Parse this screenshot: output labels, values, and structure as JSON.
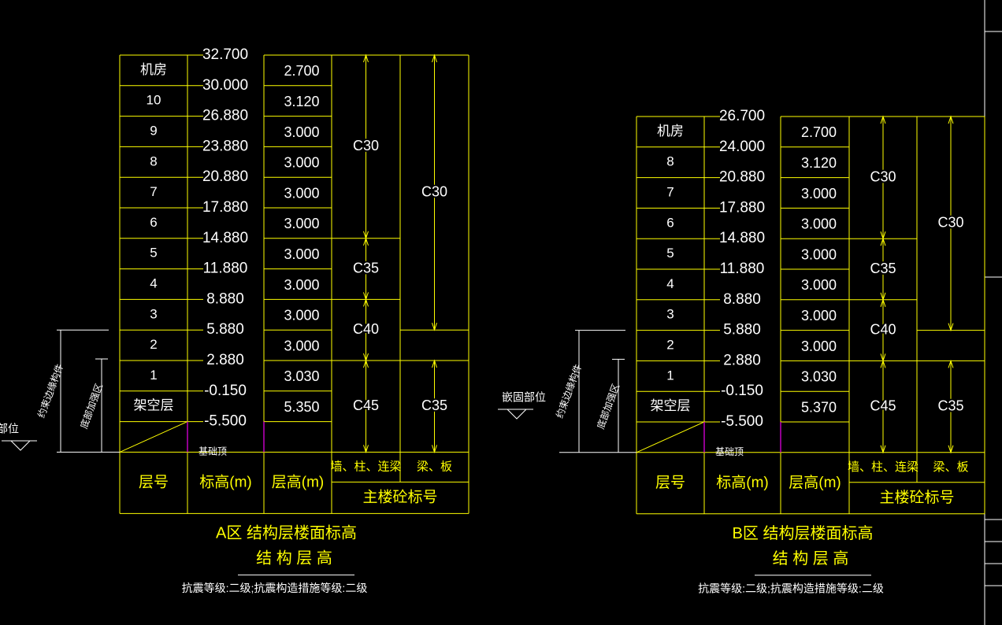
{
  "zones": [
    {
      "id": "A",
      "floors": [
        "机房",
        "10",
        "9",
        "8",
        "7",
        "6",
        "5",
        "4",
        "3",
        "2",
        "1",
        "架空层"
      ],
      "elevations": [
        "32.700",
        "30.000",
        "26.880",
        "23.880",
        "20.880",
        "17.880",
        "14.880",
        "11.880",
        "8.880",
        "5.880",
        "2.880",
        "-0.150",
        "-5.500"
      ],
      "heights": [
        "2.700",
        "3.120",
        "3.000",
        "3.000",
        "3.000",
        "3.000",
        "3.000",
        "3.000",
        "3.000",
        "3.000",
        "3.030",
        "5.350"
      ],
      "base_label": "基础顶",
      "wall_grades": [
        "C30",
        "C35",
        "C40",
        "C45"
      ],
      "beam_grades": [
        "C30",
        "C35"
      ],
      "left_label_1": "约束边缘构件",
      "left_label_2": "底部加强区",
      "embed_label": "部位",
      "title_1": "A区 结构层楼面标高",
      "title_2": "结  构  层  高",
      "note": "抗震等级:二级;抗震构造措施等级:二级"
    },
    {
      "id": "B",
      "floors": [
        "机房",
        "8",
        "7",
        "6",
        "5",
        "4",
        "3",
        "2",
        "1",
        "架空层"
      ],
      "elevations": [
        "26.700",
        "24.000",
        "20.880",
        "17.880",
        "14.880",
        "11.880",
        "8.880",
        "5.880",
        "2.880",
        "-0.150",
        "-5.500"
      ],
      "heights": [
        "2.700",
        "3.120",
        "3.000",
        "3.000",
        "3.000",
        "3.000",
        "3.000",
        "3.000",
        "3.030",
        "5.370"
      ],
      "base_label": "基础顶",
      "wall_grades": [
        "C30",
        "C35",
        "C40",
        "C45"
      ],
      "beam_grades": [
        "C30",
        "C35"
      ],
      "left_label_1": "约束边缘构件",
      "left_label_2": "底部加强区",
      "embed_label": "嵌固部位",
      "title_1": "B区 结构层楼面标高",
      "title_2": "结  构  层  高",
      "note": "抗震等级:二级;抗震构造措施等级:二级"
    }
  ],
  "headers": {
    "floor_no": "层号",
    "elevation": "标高(m)",
    "story_height": "层高(m)",
    "wall_col": "墙、柱、连梁",
    "beam_slab": "梁、板",
    "concrete_grade": "主楼砼标号"
  },
  "colors": {
    "background": "#000000",
    "lines": "#ffff00",
    "text": "#ffffff",
    "title": "#ffff00",
    "accent": "#c000c0"
  }
}
